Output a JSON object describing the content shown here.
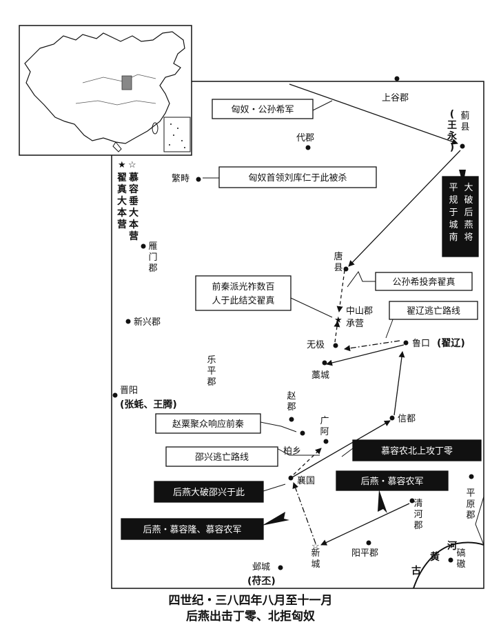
{
  "title": {
    "line1": "四世纪・三八四年八月至十一月",
    "line2": "后燕出击丁零、北拒匈奴"
  },
  "legend": {
    "star_filled": "★",
    "star_open": "☆",
    "col1": "翟真大本营",
    "col2": "慕容垂大本营"
  },
  "places": [
    {
      "id": "shanggu",
      "text": "上谷郡"
    },
    {
      "id": "ji",
      "text": "蓟县"
    },
    {
      "id": "wangyong",
      "text": "(王永)"
    },
    {
      "id": "dai",
      "text": "代郡"
    },
    {
      "id": "fanshi",
      "text": "繁畤"
    },
    {
      "id": "yanmen",
      "text": "雁门郡"
    },
    {
      "id": "tang",
      "text": "唐县"
    },
    {
      "id": "zhongshan",
      "text": "中山郡"
    },
    {
      "id": "chengying",
      "text": "承营"
    },
    {
      "id": "xinxing",
      "text": "新兴郡"
    },
    {
      "id": "wuji",
      "text": "无极"
    },
    {
      "id": "lukou",
      "text": "鲁口"
    },
    {
      "id": "zhailiao",
      "text": "(翟辽)"
    },
    {
      "id": "gaocheng",
      "text": "藁城"
    },
    {
      "id": "leping",
      "text": "乐平郡"
    },
    {
      "id": "jinyang",
      "text": "晋阳"
    },
    {
      "id": "zhangqian",
      "text": "(张蚝、王腾)"
    },
    {
      "id": "zhao",
      "text": "赵郡"
    },
    {
      "id": "xindu",
      "text": "信都"
    },
    {
      "id": "guanga",
      "text": "广阿"
    },
    {
      "id": "baixiang",
      "text": "柏乡"
    },
    {
      "id": "xiangguo",
      "text": "襄国"
    },
    {
      "id": "pingyuan",
      "text": "平原郡"
    },
    {
      "id": "qinghe",
      "text": "清河郡"
    },
    {
      "id": "yangping",
      "text": "阳平郡"
    },
    {
      "id": "xincheng",
      "text": "新城"
    },
    {
      "id": "yecheng",
      "text": "邺城"
    },
    {
      "id": "fupi",
      "text": "(苻丕)"
    },
    {
      "id": "gu",
      "text": "古"
    },
    {
      "id": "huang",
      "text": "黄"
    },
    {
      "id": "he",
      "text": "河"
    },
    {
      "id": "qiaoao",
      "text": "碻磝"
    }
  ],
  "labels": [
    {
      "id": "xiongnu",
      "text": "匈奴・公孙希军",
      "style": "light"
    },
    {
      "id": "liukuren",
      "text": "匈奴首领刘库仁于此被杀",
      "style": "light"
    },
    {
      "id": "dapo",
      "text": "大破后燕将平规于城南",
      "style": "dark"
    },
    {
      "id": "touben",
      "text": "公孙希投奔翟真",
      "style": "light"
    },
    {
      "id": "qianqin1",
      "text": "前秦派光祚数百",
      "style": "light"
    },
    {
      "id": "qianqin2",
      "text": "人于此结交翟真",
      "style": "light"
    },
    {
      "id": "taowang",
      "text": "翟辽逃亡路线",
      "style": "light"
    },
    {
      "id": "zhaosu",
      "text": "赵粟聚众响应前秦",
      "style": "light"
    },
    {
      "id": "shaoxing",
      "text": "邵兴逃亡路线",
      "style": "light"
    },
    {
      "id": "murongnong",
      "text": "慕容农北上攻丁零",
      "style": "dark"
    },
    {
      "id": "houyanda",
      "text": "后燕大破邵兴于此",
      "style": "dark"
    },
    {
      "id": "houyannong",
      "text": "后燕・慕容农军",
      "style": "dark"
    },
    {
      "id": "houyanlong",
      "text": "后燕・慕容隆、慕容农军",
      "style": "dark"
    }
  ]
}
